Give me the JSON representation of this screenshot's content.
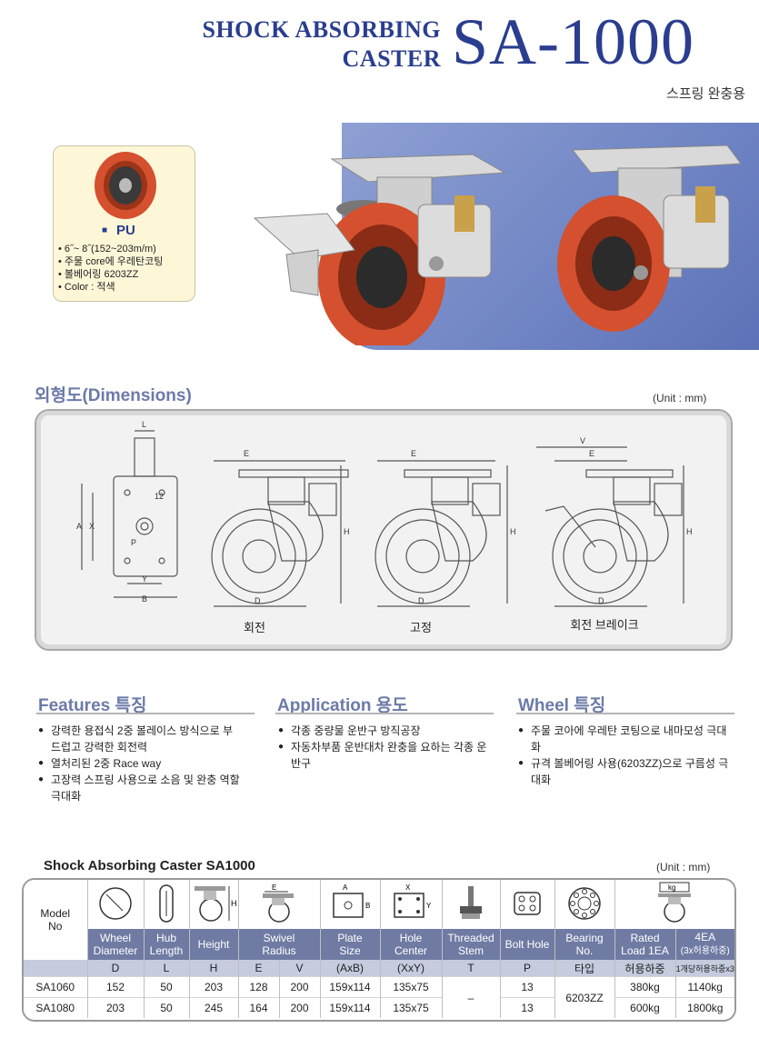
{
  "header": {
    "line1": "SHOCK ABSORBING",
    "line2": "CASTER",
    "model": "SA-1000",
    "subtitle": "스프링 완충용"
  },
  "pu_card": {
    "title": "PU",
    "specs": [
      "6˝~ 8˝(152~203m/m)",
      "주물 core에 우레탄코팅",
      "볼베어링 6203ZZ",
      "Color : 적색"
    ]
  },
  "dimensions": {
    "title": "외형도(Dimensions)",
    "unit": "(Unit : mm)",
    "views": [
      "회전",
      "고정",
      "회전 브레이크"
    ],
    "plate_labels": {
      "L": "L",
      "A": "A",
      "X": "X",
      "Y": "Y",
      "B": "B",
      "P": "P",
      "twelve": "12"
    },
    "wheel_labels": {
      "E": "E",
      "H": "H",
      "D": "D",
      "V": "V"
    }
  },
  "features": {
    "title_en": "Features",
    "title_kr": "특징",
    "items": [
      "강력한 용접식 2중 볼레이스 방식으로 부드럽고 강력한  회전력",
      "열처리된 2중 Race way",
      "고장력 스프링 사용으로 소음 및 완충 역할 극대화"
    ]
  },
  "application": {
    "title_en": "Application",
    "title_kr": "용도",
    "items": [
      "각종 중량물 운반구 방직공장",
      "자동차부품 운반대차 완충을 요하는 각종 운반구"
    ]
  },
  "wheel": {
    "title_en": "Wheel",
    "title_kr": "특징",
    "items": [
      "주물 코아에 우레탄 코팅으로 내마모성 극대화",
      "규격 볼베어링 사용(6203ZZ)으로 구름성 극대화"
    ]
  },
  "spec_table": {
    "title": "Shock Absorbing Caster SA1000",
    "unit": "(Unit : mm)",
    "model_header": [
      "Model",
      "No"
    ],
    "headers": [
      [
        "Wheel",
        "Diameter"
      ],
      [
        "Hub",
        "Length"
      ],
      [
        "Height"
      ],
      [
        "Swivel",
        "Radius"
      ],
      [
        "Plate",
        "Size"
      ],
      [
        "Hole",
        "Center"
      ],
      [
        "Threaded",
        "Stem"
      ],
      [
        "Bolt Hole"
      ],
      [
        "Bearing",
        "No."
      ],
      [
        "Rated",
        "Load 1EA"
      ],
      [
        "4EA",
        "(3x허용하중)"
      ]
    ],
    "subheaders": [
      "D",
      "L",
      "H",
      "E",
      "V",
      "(AxB)",
      "(XxY)",
      "T",
      "P",
      "타입",
      "허용하중",
      "1개당허용하중x3"
    ],
    "icon_labels": {
      "height": "H",
      "swivel": "E",
      "plate_a": "A",
      "plate_b": "B",
      "hole_x": "X",
      "hole_y": "Y",
      "kg": "kg"
    },
    "rows": [
      {
        "model": "SA1060",
        "D": "152",
        "L": "50",
        "H": "203",
        "E": "128",
        "V": "200",
        "AxB": "159x114",
        "XxY": "135x75",
        "T": "–",
        "P": "13",
        "bearing": "6203ZZ",
        "load1": "380kg",
        "load4": "1140kg"
      },
      {
        "model": "SA1080",
        "D": "203",
        "L": "50",
        "H": "245",
        "E": "164",
        "V": "200",
        "AxB": "159x114",
        "XxY": "135x75",
        "T": "",
        "P": "13",
        "bearing": "",
        "load1": "600kg",
        "load4": "1800kg"
      }
    ]
  },
  "colors": {
    "brand_blue": "#2a3d8f",
    "section_title": "#6c7aa8",
    "table_header": "#6f7ba3",
    "table_sub": "#c6cbde",
    "wheel_red": "#d4502e",
    "card_bg": "#fdf7d8"
  }
}
